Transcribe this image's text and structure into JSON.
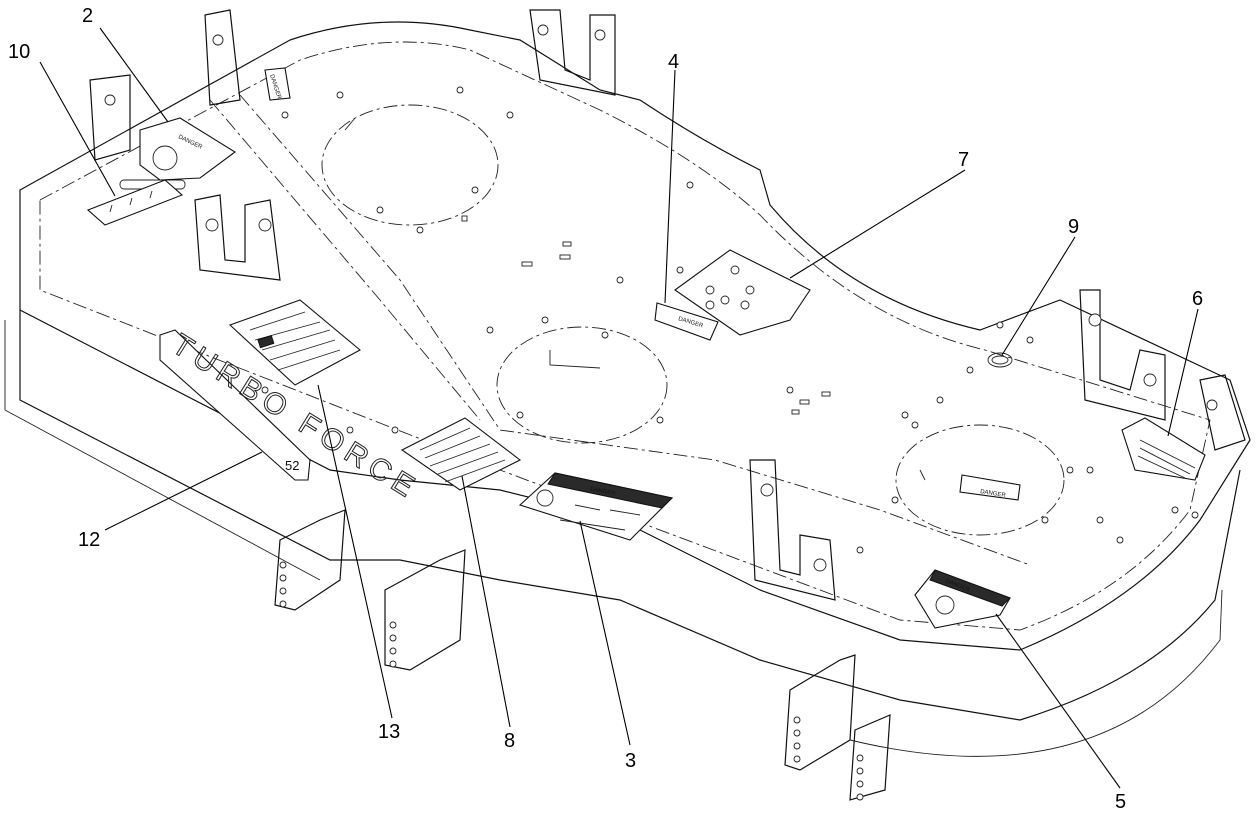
{
  "callouts": [
    {
      "id": "2",
      "label": "2"
    },
    {
      "id": "10",
      "label": "10"
    },
    {
      "id": "4",
      "label": "4"
    },
    {
      "id": "7",
      "label": "7"
    },
    {
      "id": "9",
      "label": "9"
    },
    {
      "id": "6",
      "label": "6"
    },
    {
      "id": "12",
      "label": "12"
    },
    {
      "id": "13",
      "label": "13"
    },
    {
      "id": "8",
      "label": "8"
    },
    {
      "id": "3",
      "label": "3"
    },
    {
      "id": "5",
      "label": "5"
    }
  ],
  "decals": {
    "danger_word": "DANGER",
    "brand_text": "TURBO FORCE",
    "brand_size": "52"
  }
}
